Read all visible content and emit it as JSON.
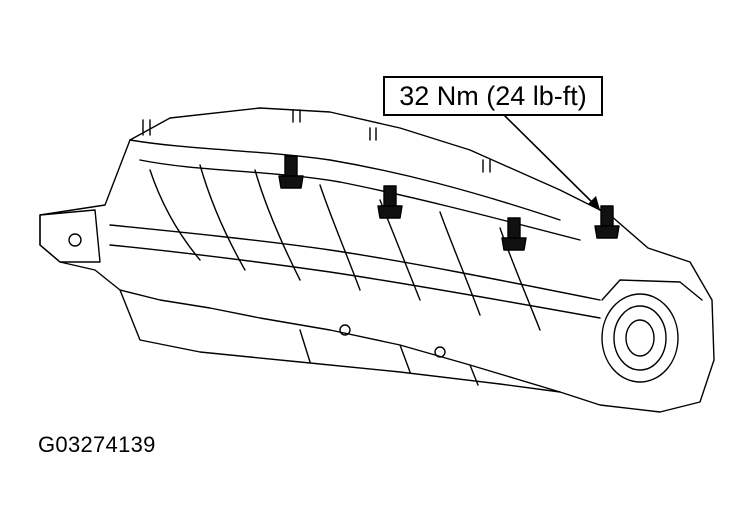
{
  "callout": {
    "label": "32 Nm (24 lb-ft)"
  },
  "figure": {
    "id": "G03274139"
  },
  "bolts": [
    {
      "name": "highlighted-bolt-1"
    },
    {
      "name": "highlighted-bolt-2"
    },
    {
      "name": "highlighted-bolt-3"
    },
    {
      "name": "highlighted-bolt-4"
    }
  ],
  "colors": {
    "ink": "#000000",
    "paper": "#ffffff",
    "bolt": "#111111"
  }
}
